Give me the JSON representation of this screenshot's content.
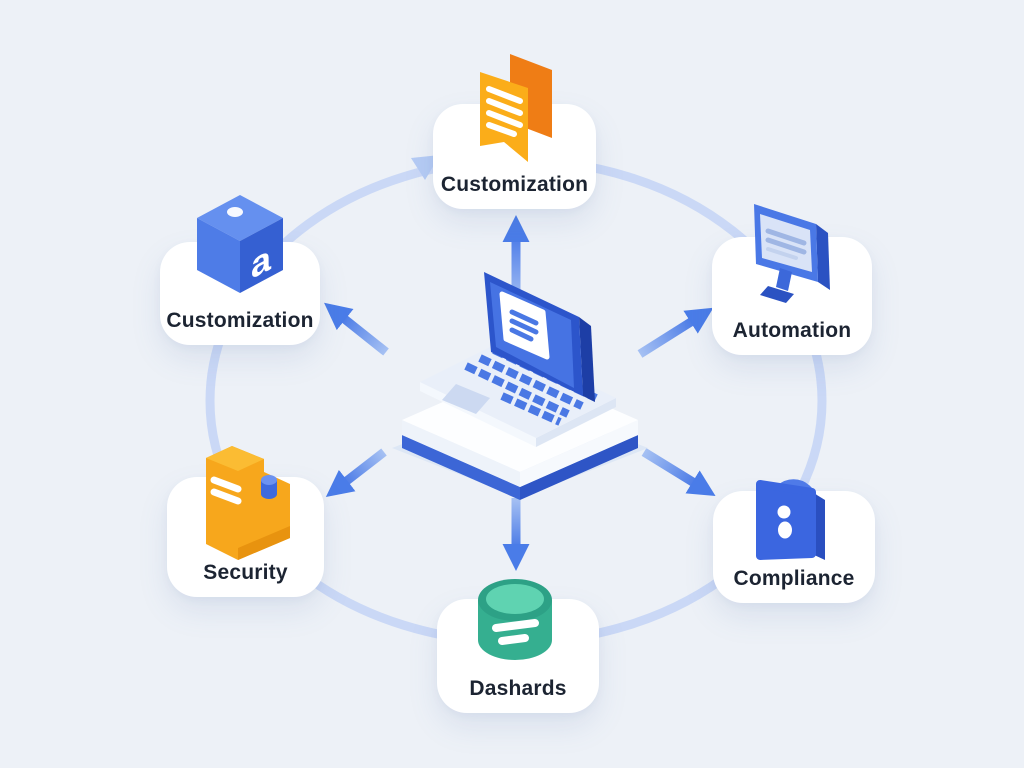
{
  "diagram": {
    "type": "hub-and-spoke",
    "center": {
      "icon": "laptop-icon"
    },
    "nodes": [
      {
        "position": "top",
        "label": "Customization",
        "icon": "documents-icon",
        "icon_color": "#fbad19",
        "icon_color_secondary": "#ef7d15"
      },
      {
        "position": "right-top",
        "label": "Automation",
        "icon": "monitor-icon",
        "icon_color": "#4a78e6"
      },
      {
        "position": "right-bottom",
        "label": "Compliance",
        "icon": "lock-icon",
        "icon_color": "#3b66e0"
      },
      {
        "position": "bottom",
        "label": "Dashards",
        "icon": "database-icon",
        "icon_color": "#35af90"
      },
      {
        "position": "left-bottom",
        "label": "Security",
        "icon": "folder-icon",
        "icon_color": "#f7a71c",
        "icon_color_secondary": "#3e6ade"
      },
      {
        "position": "left-top",
        "label": "Customization",
        "icon": "cube-icon",
        "icon_color": "#4e7ce7",
        "icon_letter": "a"
      }
    ],
    "colors": {
      "background": "#edf1f7",
      "card": "#ffffff",
      "label": "#1c2432",
      "ring": "#c3d4f6",
      "arrow": "#4a7ce8"
    }
  }
}
